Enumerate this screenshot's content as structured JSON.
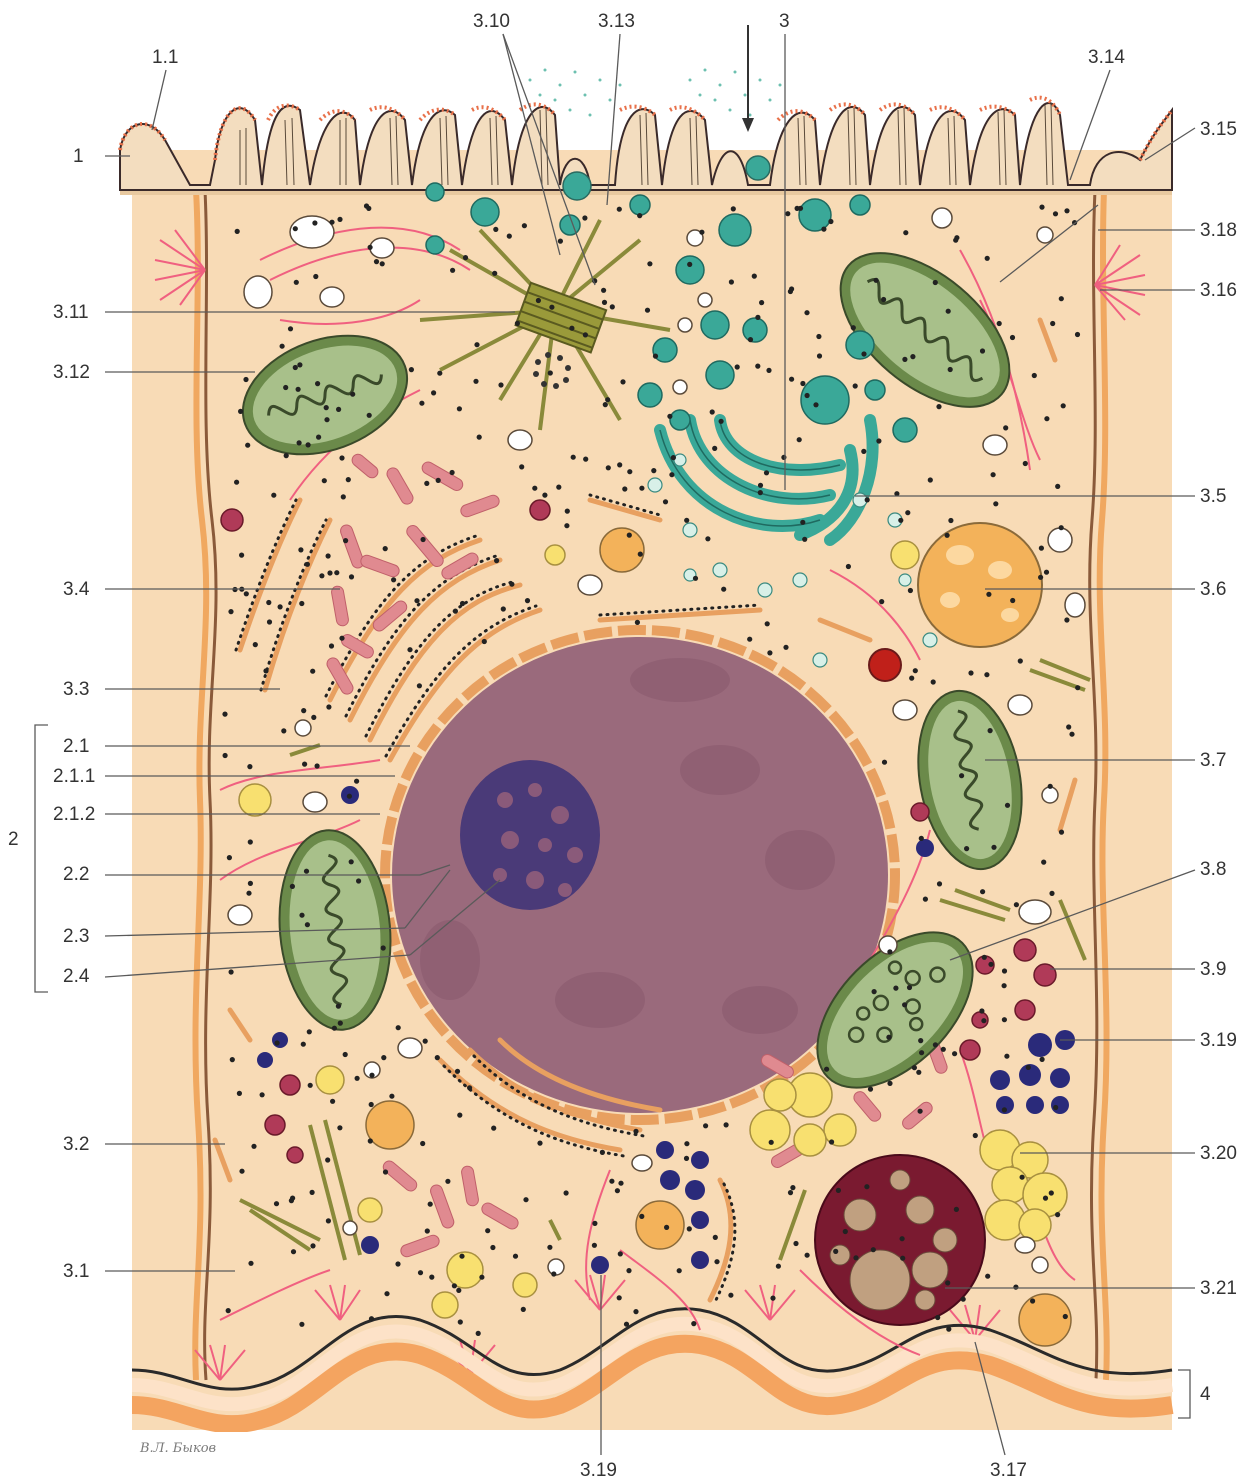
{
  "labels": {
    "top": [
      "1.1",
      "3.10",
      "3.13",
      "3",
      "3.14"
    ],
    "left": [
      "1",
      "3.11",
      "3.12",
      "3.4",
      "3.3",
      "2.1",
      "2.1.1",
      "2.1.2",
      "2",
      "2.2",
      "2.3",
      "2.4",
      "3.2",
      "3.1"
    ],
    "right": [
      "3.15",
      "3.18",
      "3.16",
      "3.5",
      "3.6",
      "3.7",
      "3.8",
      "3.9",
      "3.19",
      "3.20",
      "3.21",
      "4"
    ],
    "bottom": [
      "3.19",
      "3.17"
    ]
  },
  "signature": "В.Л. Быков",
  "colors": {
    "cytoplasm": "#f6d7b0",
    "border": "#f8d8b2",
    "membrane_outline": "#5a4a3a",
    "microvilli_coat": "#e8714a",
    "nucleus": "#9a6a7c",
    "nucleolus": "#4a3a78",
    "mitochondria": "#6b8a4a",
    "golgi": "#3aa898",
    "er_pink": "#e08a90",
    "rough_er": "#e8a060",
    "lipid_droplet": "#f8d868",
    "secretory_granule": "#f3b25a",
    "lysosome": "#b03a58",
    "glycogen": "#2a2a7a",
    "filaments": "#f06080",
    "basement_membrane": "#f4a460",
    "centriole": "#9a9a3a"
  }
}
